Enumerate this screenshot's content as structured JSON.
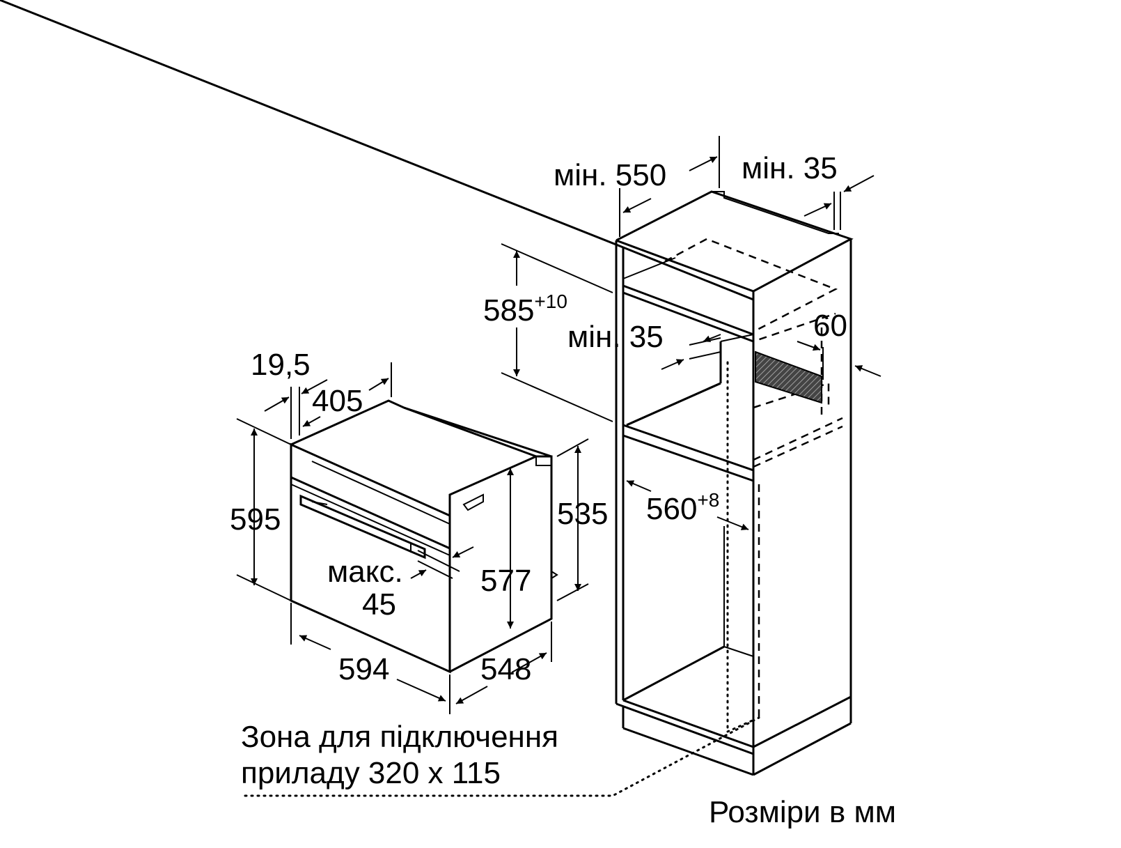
{
  "dimensions": {
    "cavity_depth": "мін. 550",
    "rear_gap": "мін. 35",
    "cavity_height": "585",
    "cavity_height_tolerance": "+10",
    "shelf_gap": "мін. 35",
    "vent_depth": "60",
    "cavity_width": "560",
    "cavity_width_tolerance": "+8",
    "front_panel": "19,5",
    "top_offset": "405",
    "oven_height": "595",
    "body_height": "535",
    "door_height": "577",
    "max_label": "макс.",
    "max_value": "45",
    "oven_width": "594",
    "oven_depth": "548"
  },
  "connection_zone": {
    "line1": "Зона для підключення",
    "line2": "приладу 320 x 115"
  },
  "units_note": "Розміри в мм"
}
